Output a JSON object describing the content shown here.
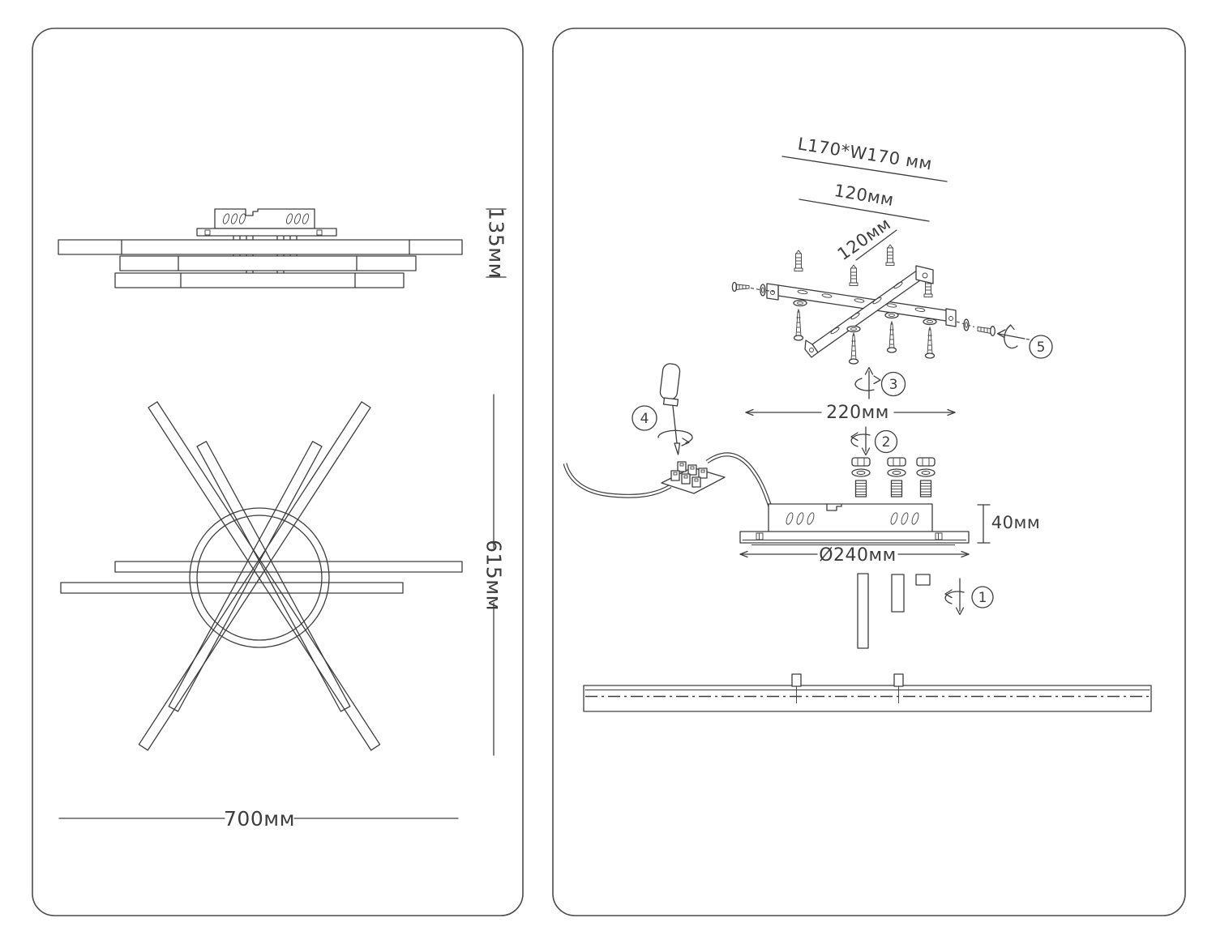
{
  "document": {
    "type": "lighting-fixture-installation-manual"
  },
  "dimensions": {
    "side_height": "135мм",
    "plan_height": "615мм",
    "plan_width": "700мм",
    "bracket_plate": "L170*W170 мм",
    "bracket_spacing_a": "120мм",
    "bracket_spacing_b": "120мм",
    "rod_spacing": "220мм",
    "canopy_height": "40мм",
    "canopy_diameter": "Ø240мм"
  },
  "steps": {
    "s1": "1",
    "s2": "2",
    "s3": "3",
    "s4": "4",
    "s5": "5"
  },
  "colors": {
    "line": "#3d3d3d",
    "background": "#ffffff"
  }
}
